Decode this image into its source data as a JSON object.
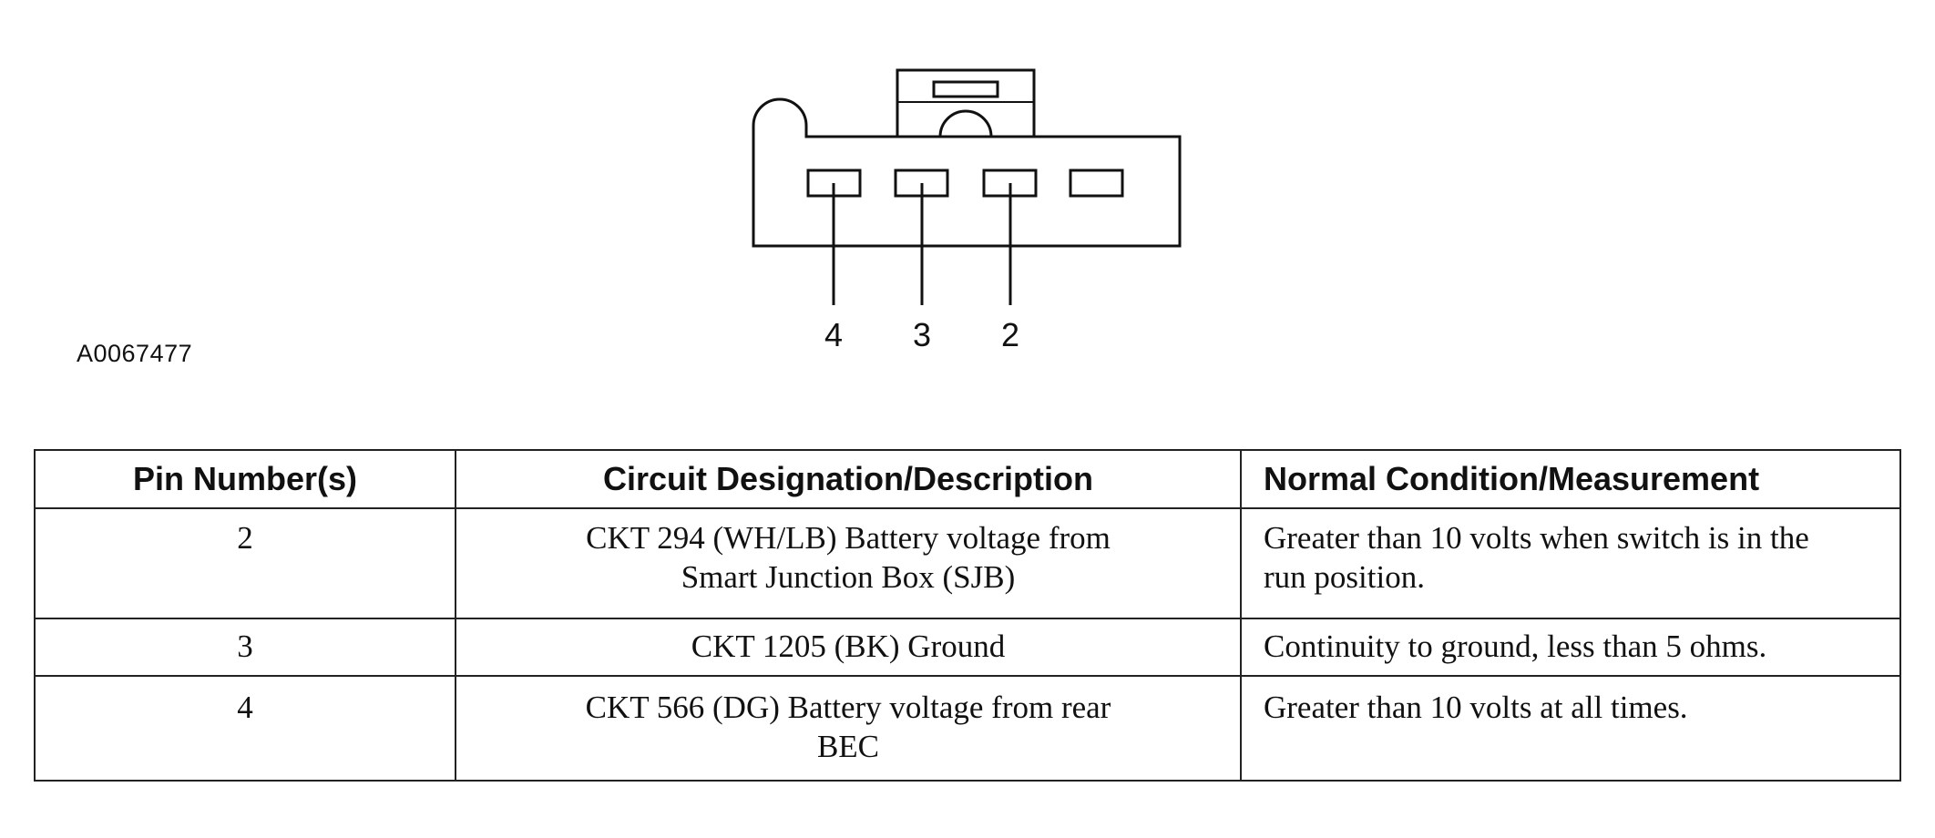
{
  "figure": {
    "id": "A0067477",
    "pin_labels": [
      "4",
      "3",
      "2"
    ]
  },
  "table": {
    "headers": {
      "pin": "Pin Number(s)",
      "description": "Circuit Designation/Description",
      "condition": "Normal Condition/Measurement"
    },
    "rows": [
      {
        "pin": "2",
        "description_line1": "CKT 294 (WH/LB) Battery voltage from",
        "description_line2": "Smart Junction Box (SJB)",
        "condition_line1": "Greater than 10 volts when switch is in the",
        "condition_line2": "run position."
      },
      {
        "pin": "3",
        "description_line1": "CKT 1205 (BK) Ground",
        "condition_line1": "Continuity to ground, less than 5 ohms."
      },
      {
        "pin": "4",
        "description_line1": "CKT 566 (DG) Battery voltage from rear",
        "description_line2": "BEC",
        "condition_line1": "Greater than 10 volts at all times."
      }
    ]
  }
}
